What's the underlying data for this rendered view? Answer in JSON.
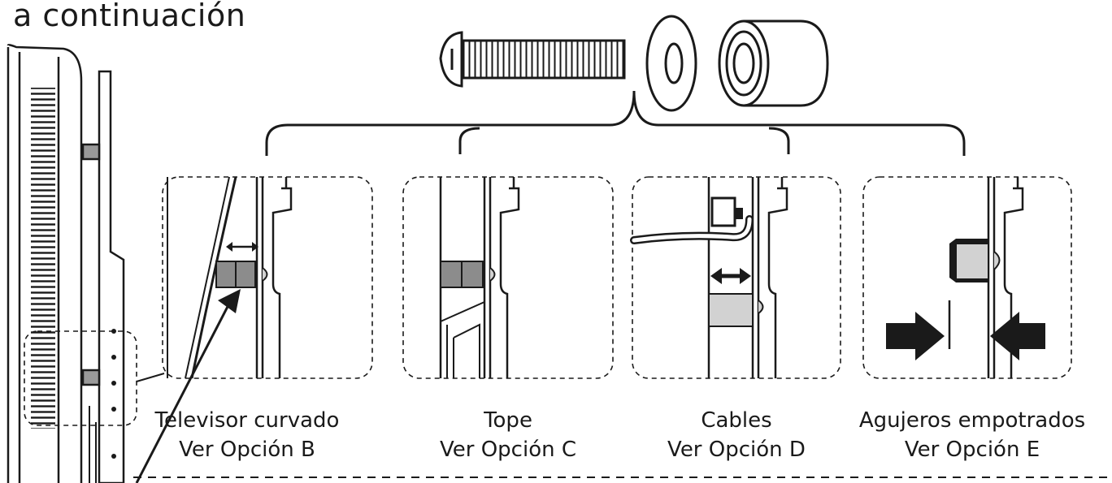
{
  "heading": "a continuación",
  "panels": [
    {
      "id": "curved",
      "title": "Televisor curvado",
      "option": "Ver Opción B"
    },
    {
      "id": "spacer",
      "title": "Tope",
      "option": "Ver Opción C"
    },
    {
      "id": "cables",
      "title": "Cables",
      "option": "Ver Opción D"
    },
    {
      "id": "recessed",
      "title": "Agujeros empotrados",
      "option": "Ver Opción E"
    }
  ],
  "colors": {
    "ink": "#1a1a1a",
    "spacer_dark": "#8c8c8c",
    "spacer_light": "#d2d2d2",
    "bg": "#ffffff"
  }
}
